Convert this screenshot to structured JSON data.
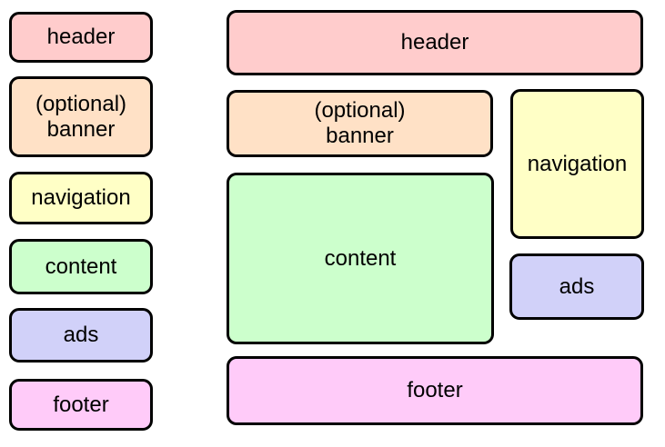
{
  "palette": {
    "page_background": "#ffffff",
    "box_border": "#000000",
    "header": "#ffcccc",
    "banner": "#ffe1c6",
    "navigation": "#ffffc6",
    "content": "#ccffcc",
    "ads": "#d1d1f9",
    "footer": "#ffcbf9"
  },
  "narrow_layout": {
    "boxes": {
      "header": {
        "label": "header"
      },
      "banner": {
        "line1": "(optional)",
        "line2": "banner"
      },
      "navigation": {
        "label": "navigation"
      },
      "content": {
        "label": "content"
      },
      "ads": {
        "label": "ads"
      },
      "footer": {
        "label": "footer"
      }
    }
  },
  "wide_layout": {
    "boxes": {
      "header": {
        "label": "header"
      },
      "banner": {
        "line1": "(optional)",
        "line2": "banner"
      },
      "navigation": {
        "label": "navigation"
      },
      "content": {
        "label": "content"
      },
      "ads": {
        "label": "ads"
      },
      "footer": {
        "label": "footer"
      }
    }
  }
}
